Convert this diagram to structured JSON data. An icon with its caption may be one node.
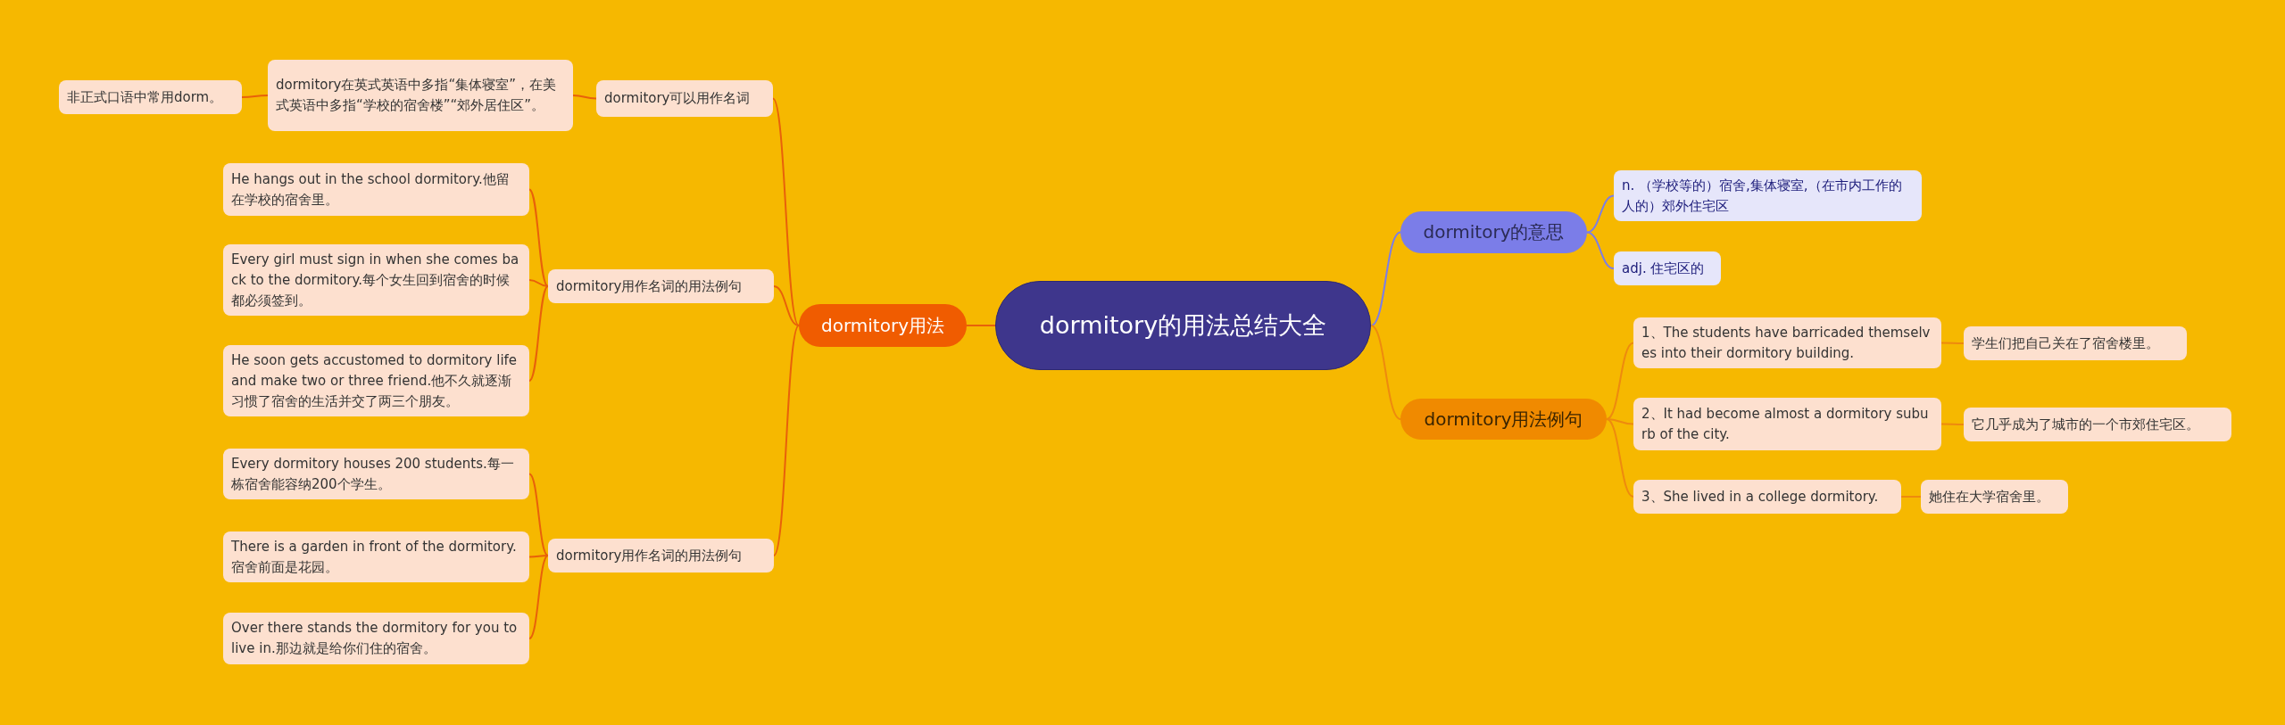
{
  "diagram": {
    "nodes": [
      {
        "text": [
          "dormitory的用法总结大全"
        ]
      },
      {
        "text": [
          "dormitory的意思"
        ]
      },
      {
        "text": [
          "n. （学校等的）宿舍,集体寝室,（在市内工作的人的）郊外住宅区"
        ]
      },
      {
        "text": [
          "adj. 住宅区的"
        ]
      },
      {
        "text": [
          "dormitory用法例句"
        ]
      },
      {
        "text": [
          "1、The students have barricaded themselves into their dormitory building."
        ]
      },
      {
        "text": [
          "学生们把自己关在了宿舍楼里。"
        ]
      },
      {
        "text": [
          "2、It had become almost a dormitory suburb of the city."
        ]
      },
      {
        "text": [
          "它几乎成为了城市的一个市郊住宅区。"
        ]
      },
      {
        "text": [
          "3、She lived in a college dormitory."
        ]
      },
      {
        "text": [
          "她住在大学宿舍里。"
        ]
      },
      {
        "text": [
          "dormitory用法"
        ]
      },
      {
        "text": [
          "dormitory可以用作名词"
        ]
      },
      {
        "text": [
          "dormitory在英式英语中多指“集体寝室”，在美式英语中多指“学校的宿舍楼”“郊外居住区”。"
        ]
      },
      {
        "text": [
          "非正式口语中常用dorm。"
        ]
      },
      {
        "text": [
          "dormitory用作名词的用法例句"
        ]
      },
      {
        "text": [
          "He hangs out in the school dormitory.他留在学校的宿舍里。"
        ]
      },
      {
        "text": [
          "Every girl must sign in when she comes back to the dormitory.每个女生回到宿舍的时候都必须签到。"
        ]
      },
      {
        "text": [
          "He soon gets accustomed to dormitory life and make two or three friend.他不久就逐渐习惯了宿舍的生活并交了两三个朋友。"
        ]
      },
      {
        "text": [
          "dormitory用作名词的用法例句"
        ]
      },
      {
        "text": [
          "Every dormitory houses 200 students.每一栋宿舍能容纳200个学生。"
        ]
      },
      {
        "text": [
          "There is a garden in front of the dormitory.宿舍前面是花园。"
        ]
      },
      {
        "text": [
          "Over there stands the dormitory for you to live in.那边就是给你们住的宿舍。"
        ]
      }
    ],
    "edges": [
      {
        "from": 0,
        "to": 1,
        "arrow": "none",
        "color": "#7b7de8"
      },
      {
        "from": 1,
        "to": 2,
        "arrow": "none",
        "color": "#7b7de8"
      },
      {
        "from": 1,
        "to": 3,
        "arrow": "none",
        "color": "#7b7de8"
      },
      {
        "from": 0,
        "to": 4,
        "arrow": "none",
        "color": "#ee8a0e"
      },
      {
        "from": 4,
        "to": 5,
        "arrow": "none",
        "color": "#ee8a0e"
      },
      {
        "from": 5,
        "to": 6,
        "arrow": "none",
        "color": "#ee8a0e"
      },
      {
        "from": 4,
        "to": 7,
        "arrow": "none",
        "color": "#ee8a0e"
      },
      {
        "from": 7,
        "to": 8,
        "arrow": "none",
        "color": "#ee8a0e"
      },
      {
        "from": 4,
        "to": 9,
        "arrow": "none",
        "color": "#ee8a0e"
      },
      {
        "from": 9,
        "to": 10,
        "arrow": "none",
        "color": "#ee8a0e"
      },
      {
        "from": 0,
        "to": 11,
        "arrow": "none"
      },
      {
        "from": 11,
        "to": 12,
        "arrow": "none"
      },
      {
        "from": 12,
        "to": 13,
        "arrow": "none"
      },
      {
        "from": 13,
        "to": 14,
        "arrow": "none"
      },
      {
        "from": 11,
        "to": 15,
        "arrow": "none"
      },
      {
        "from": 15,
        "to": 16,
        "arrow": "none"
      },
      {
        "from": 15,
        "to": 17,
        "arrow": "none"
      },
      {
        "from": 15,
        "to": 18,
        "arrow": "none"
      },
      {
        "from": 11,
        "to": 19,
        "arrow": "none"
      },
      {
        "from": 19,
        "to": 20,
        "arrow": "none"
      },
      {
        "from": 19,
        "to": 21,
        "arrow": "none"
      },
      {
        "from": 19,
        "to": 22,
        "arrow": "none"
      }
    ]
  }
}
